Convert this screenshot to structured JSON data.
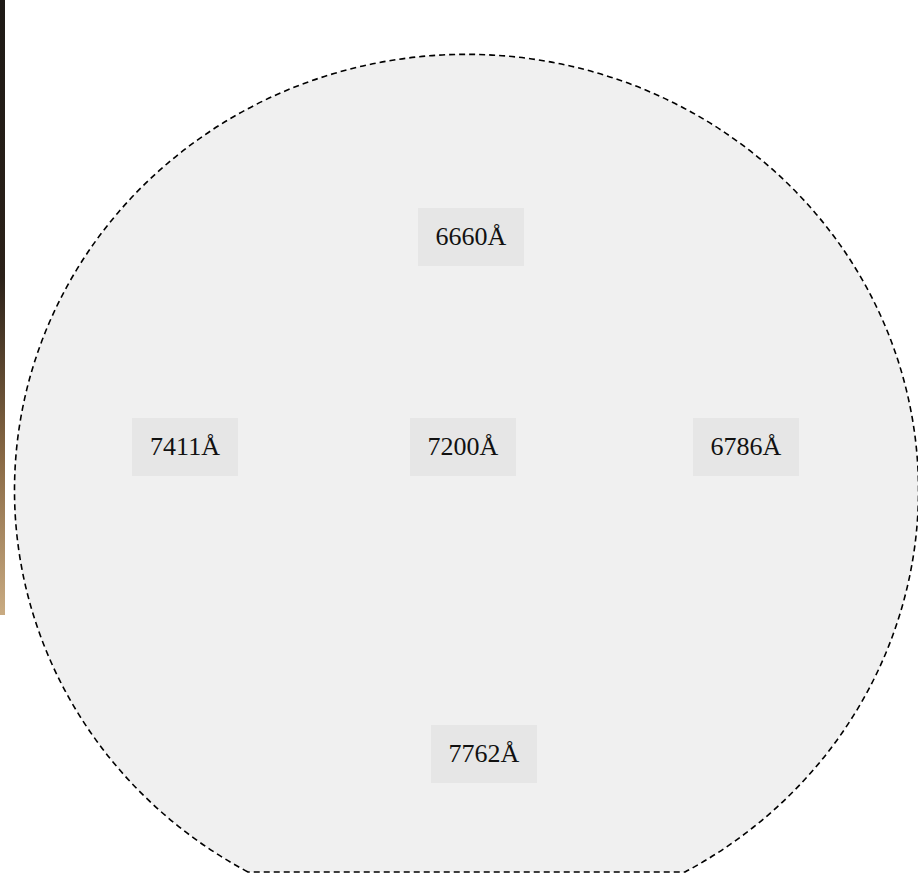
{
  "diagram": {
    "nodes": [
      {
        "text": [
          "6660Å"
        ]
      },
      {
        "text": [
          "7411Å"
        ]
      },
      {
        "text": [
          "7200Å"
        ]
      },
      {
        "text": [
          "6786Å"
        ]
      },
      {
        "text": [
          "7762Å"
        ]
      }
    ]
  }
}
